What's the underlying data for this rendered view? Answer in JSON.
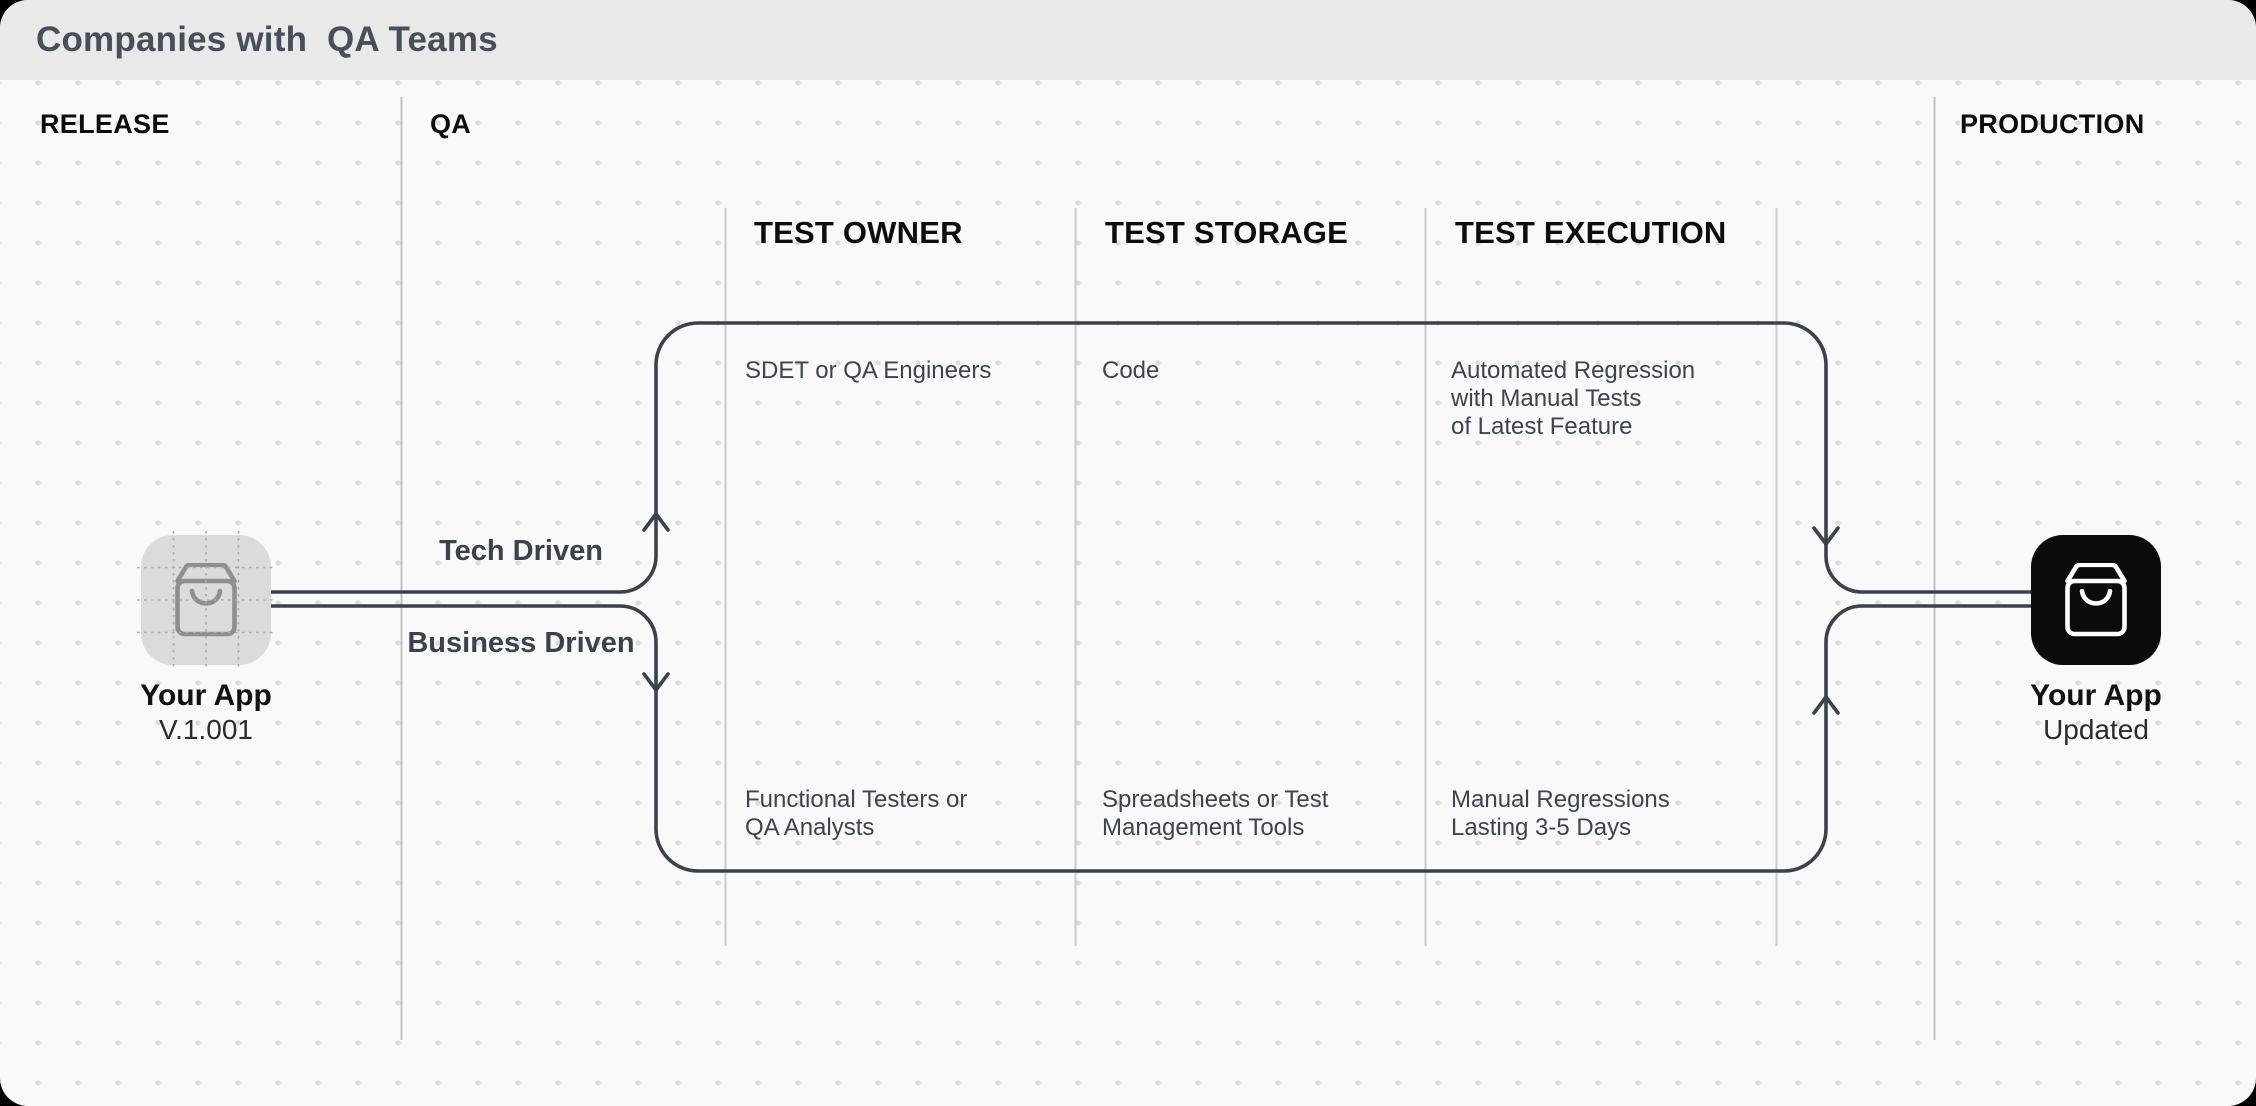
{
  "header": {
    "title": "Companies with  QA Teams"
  },
  "lanes": {
    "release": "RELEASE",
    "qa": "QA",
    "production": "PRODUCTION"
  },
  "qa_columns": [
    "TEST OWNER",
    "TEST STORAGE",
    "TEST EXECUTION"
  ],
  "rows": {
    "tech": {
      "label": "Tech Driven",
      "cells": [
        "SDET or QA Engineers",
        "Code",
        "Automated Regression\nwith Manual Tests\nof Latest Feature"
      ]
    },
    "business": {
      "label": "Business Driven",
      "cells": [
        "Functional Testers or\nQA Analysts",
        "Spreadsheets or Test\nManagement Tools",
        "Manual Regressions\nLasting 3-5 Days"
      ]
    }
  },
  "release_app": {
    "name": "Your App",
    "version": "V.1.001"
  },
  "production_app": {
    "name": "Your App",
    "status": "Updated"
  },
  "icons": {
    "release_app": "shopping-bag-icon",
    "production_app": "shopping-bag-icon"
  },
  "colors": {
    "flow_line": "#39424D",
    "lane_divider": "#C3C3C3",
    "column_divider": "#CBCBCB",
    "header_bg": "#E9E9E9",
    "canvas_bg": "#F9F9F9",
    "dot": "#DBDBDB",
    "title_text": "#47505A",
    "heading_text": "#0D0D0D",
    "body_text": "#3C4450",
    "label_text": "#39424D",
    "app_icon_light_bg": "#DBDBDB",
    "app_icon_light_glyph": "#8F8F8F",
    "app_icon_dark_bg": "#0B0B0B",
    "app_icon_dark_glyph": "#FFFFFF",
    "guide": "#ABABAB"
  }
}
